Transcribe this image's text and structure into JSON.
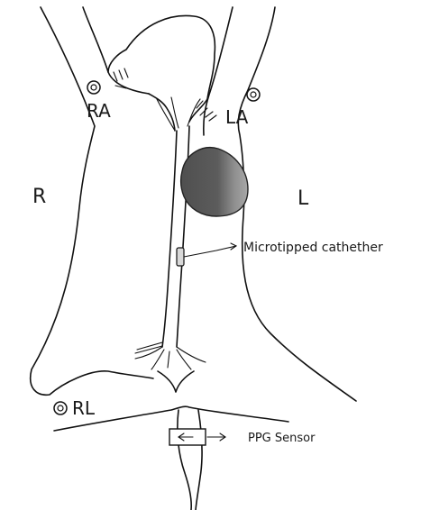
{
  "labels": {
    "right_arm": "RA",
    "left_arm": "LA",
    "right_side": "R",
    "left_side": "L",
    "right_leg": "RL",
    "catheter": "Microtipped cathether",
    "ppg": "PPG Sensor"
  },
  "colors": {
    "line": "#111111",
    "heart_dark": "#555555",
    "heart_light": "#9a9a9a"
  }
}
